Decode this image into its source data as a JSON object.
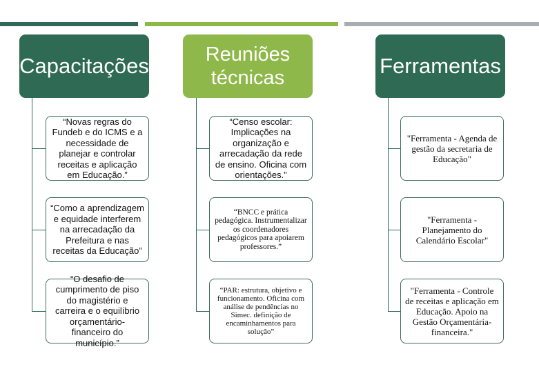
{
  "headers": {
    "capacitacoes": "Capacitações",
    "reunioes": "Reuniões técnicas",
    "ferramentas": "Ferramentas"
  },
  "colors": {
    "dark_green": "#2f6a55",
    "light_green": "#8fb84a",
    "gray": "#a9adb2"
  },
  "capacitacoes_items": [
    "“Novas regras do Fundeb e do ICMS e a necessidade de planejar e controlar receitas e aplicação em Educação.”",
    "“Como a aprendizagem e equidade interferem na arrecadação da Prefeitura e nas receitas da Educação”",
    "“O desafio de cumprimento de piso do magistério e carreira e o equilíbrio orçamentário-financeiro do município.”"
  ],
  "reunioes_items": [
    "“Censo escolar: Implicações na organização e arrecadação da rede de ensino. Oficina com orientações.”",
    "“BNCC e prática pedagógica. Instrumentalizar os coordenadores pedagógicos para apoiarem professores.”",
    "“PAR: estrutura, objetivo e funcionamento. Oficina com análise de pendências no Simec. definição de encaminhamentos para solução”"
  ],
  "ferramentas_items": [
    "\"Ferramenta - Agenda de gestão da secretaria de Educação\"",
    "\"Ferramenta - Planejamento do Calendário Escolar\"",
    "\"Ferramenta - Controle de receitas e aplicação em Educação. Apoio na Gestão Orçamentária-financeira.\""
  ]
}
